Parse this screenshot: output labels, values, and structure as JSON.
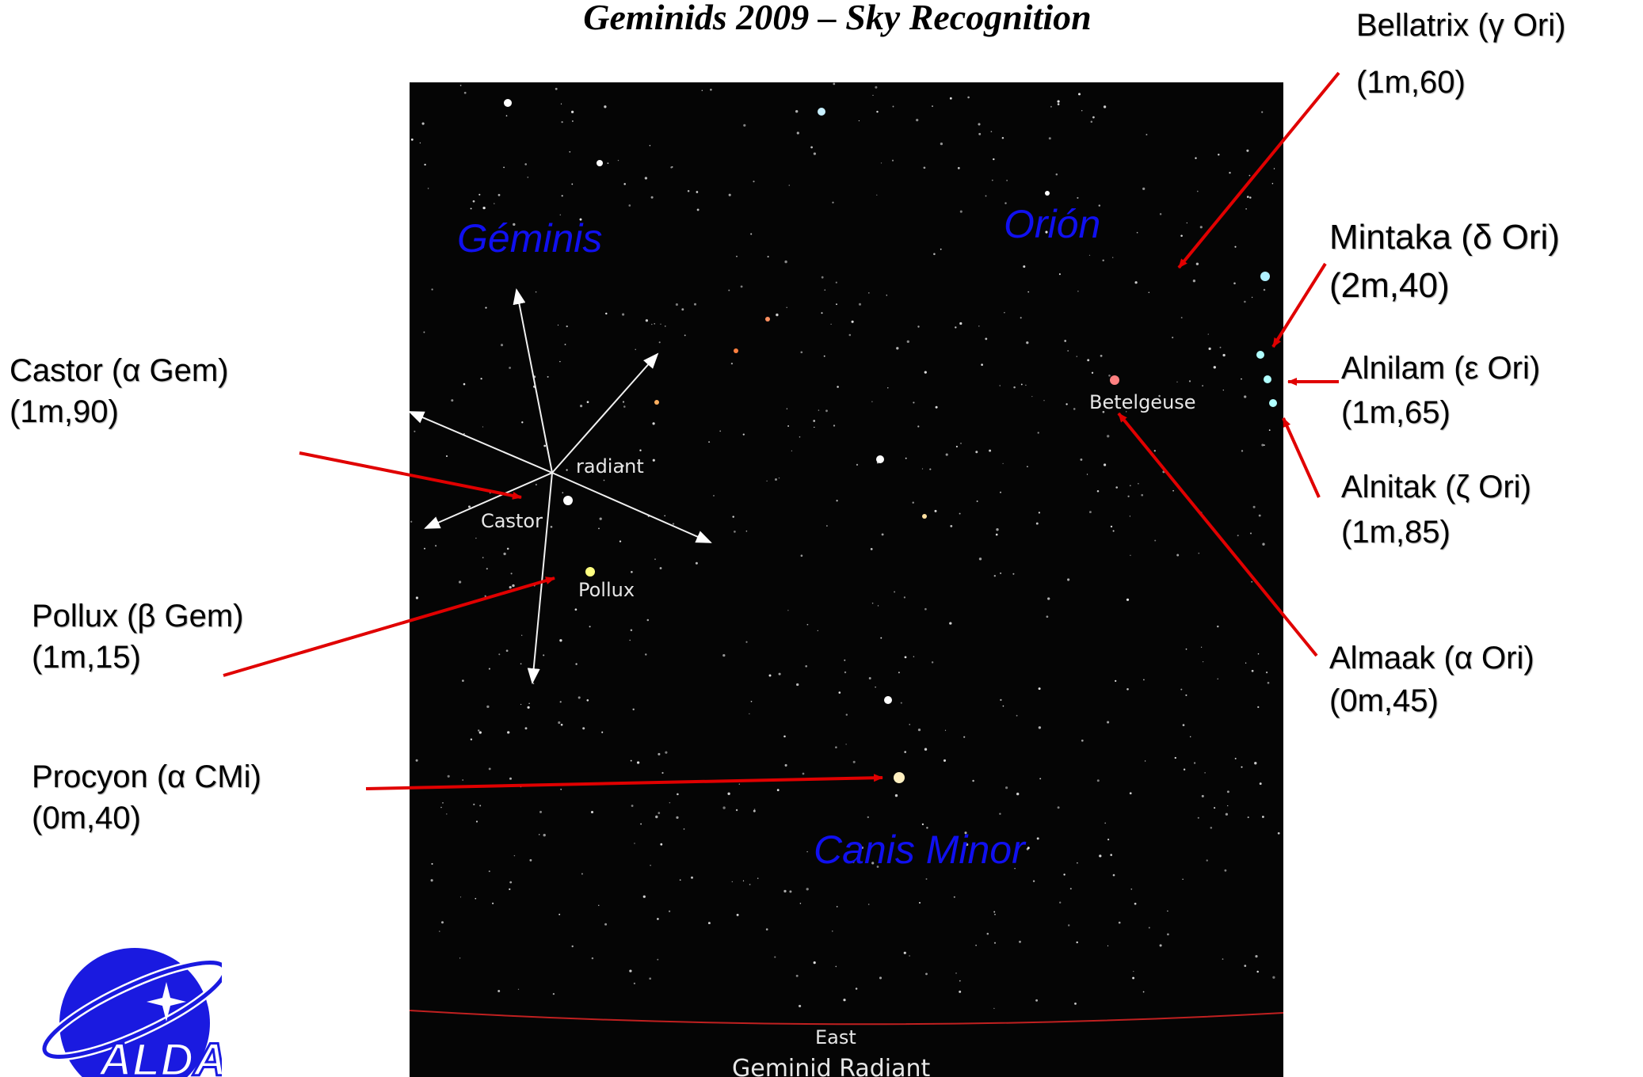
{
  "title": "Geminids 2009 – Sky Recognition",
  "constellations": {
    "geminis": "Géminis",
    "orion": "Orión",
    "canis_minor": "Canis Minor"
  },
  "sky_labels": {
    "radiant": "radiant",
    "castor": "Castor",
    "pollux": "Pollux",
    "betelgeuse": "Betelgeuse",
    "east": "East",
    "geminid_radiant": "Geminid Radiant"
  },
  "stars_left": [
    {
      "name": "Castor (α Gem)",
      "mag": "(1m,90)"
    },
    {
      "name": "Pollux (β Gem)",
      "mag": "(1m,15)"
    },
    {
      "name": "Procyon (α CMi)",
      "mag": "(0m,40)"
    }
  ],
  "stars_right": [
    {
      "name": "Bellatrix (γ Ori)",
      "mag": "(1m,60)"
    },
    {
      "name": "Mintaka (δ Ori)",
      "mag": "(2m,40)"
    },
    {
      "name": "Alnilam (ε Ori)",
      "mag": "(1m,65)"
    },
    {
      "name": "Alnitak (ζ Ori)",
      "mag": "(1m,85)"
    },
    {
      "name": "Almaak (α Ori)",
      "mag": "(0m,45)"
    }
  ],
  "logo": {
    "text": "ALDA"
  },
  "colors": {
    "arrow": "#e00000",
    "constellation": "#1010f0",
    "horizon": "#c02020",
    "logo": "#1a1ae0"
  }
}
